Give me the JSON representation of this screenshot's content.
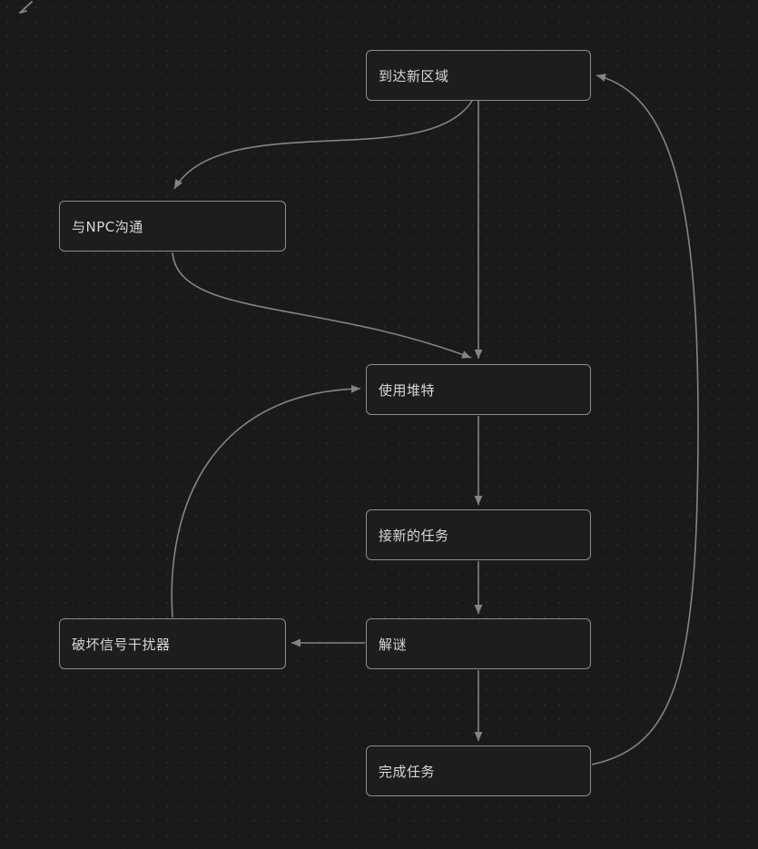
{
  "canvas": {
    "background": "#1a1a1a",
    "node_fill": "#1d1d1d",
    "node_border": "#8c8c8c",
    "edge_color": "#848484",
    "text_color": "#d8d8d8"
  },
  "diagram": {
    "type": "flowchart",
    "direction": "top-down",
    "nodes": [
      {
        "id": "arrive-new-area",
        "label": "到达新区域"
      },
      {
        "id": "talk-to-npc",
        "label": "与NPC沟通"
      },
      {
        "id": "use-duite",
        "label": "使用堆特"
      },
      {
        "id": "accept-new-task",
        "label": "接新的任务"
      },
      {
        "id": "destroy-signal-jammer",
        "label": "破坏信号干扰器"
      },
      {
        "id": "solve-puzzle",
        "label": "解谜"
      },
      {
        "id": "complete-task",
        "label": "完成任务"
      }
    ],
    "edges": [
      {
        "from": "到达新区域",
        "to": "与NPC沟通"
      },
      {
        "from": "到达新区域",
        "to": "使用堆特"
      },
      {
        "from": "与NPC沟通",
        "to": "使用堆特"
      },
      {
        "from": "使用堆特",
        "to": "接新的任务"
      },
      {
        "from": "接新的任务",
        "to": "解谜"
      },
      {
        "from": "解谜",
        "to": "破坏信号干扰器"
      },
      {
        "from": "破坏信号干扰器",
        "to": "使用堆特"
      },
      {
        "from": "解谜",
        "to": "完成任务"
      },
      {
        "from": "完成任务",
        "to": "到达新区域"
      }
    ]
  }
}
